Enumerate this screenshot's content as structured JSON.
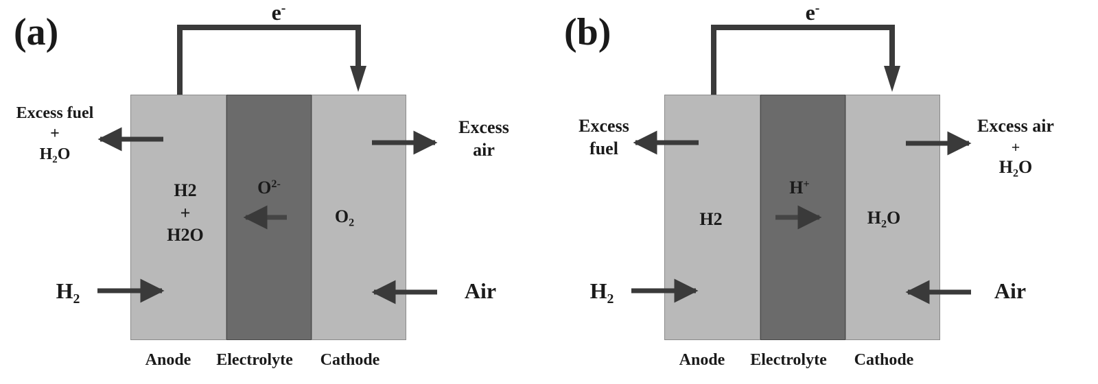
{
  "panels": [
    {
      "id": "a",
      "label": "(a)",
      "electron": "e",
      "electron_sup": "-",
      "layers": [
        "Anode",
        "Electrolyte",
        "Cathode"
      ],
      "colors": {
        "electrode": "#b9b9b9",
        "electrolyte": "#6b6b6b",
        "arrow": "#3a3a3a"
      },
      "anode_out": {
        "line1": "Excess fuel",
        "line2": "+",
        "line3_main": "H",
        "line3_sub": "2",
        "line3_tail": "O"
      },
      "cathode_out": {
        "line1": "Excess",
        "line2": "air"
      },
      "anode_in": {
        "main": "H",
        "sub": "2"
      },
      "cathode_in": "Air",
      "anode_species": {
        "line1": "H2",
        "line2": "+",
        "line3": "H2O"
      },
      "ion": {
        "main": "O",
        "sup": "2-",
        "direction": "left"
      },
      "cathode_species": {
        "main": "O",
        "sub": "2"
      }
    },
    {
      "id": "b",
      "label": "(b)",
      "electron": "e",
      "electron_sup": "-",
      "layers": [
        "Anode",
        "Electrolyte",
        "Cathode"
      ],
      "anode_out": {
        "line1": "Excess",
        "line2": "fuel"
      },
      "cathode_out": {
        "line1": "Excess air",
        "line2": "+",
        "line3_main": "H",
        "line3_sub": "2",
        "line3_tail": "O"
      },
      "anode_in": {
        "main": "H",
        "sub": "2"
      },
      "cathode_in": "Air",
      "anode_species": "H2",
      "ion": {
        "main": "H",
        "sup": "+",
        "direction": "right"
      },
      "cathode_species": {
        "main": "H",
        "sub": "2",
        "tail": "O"
      }
    }
  ]
}
